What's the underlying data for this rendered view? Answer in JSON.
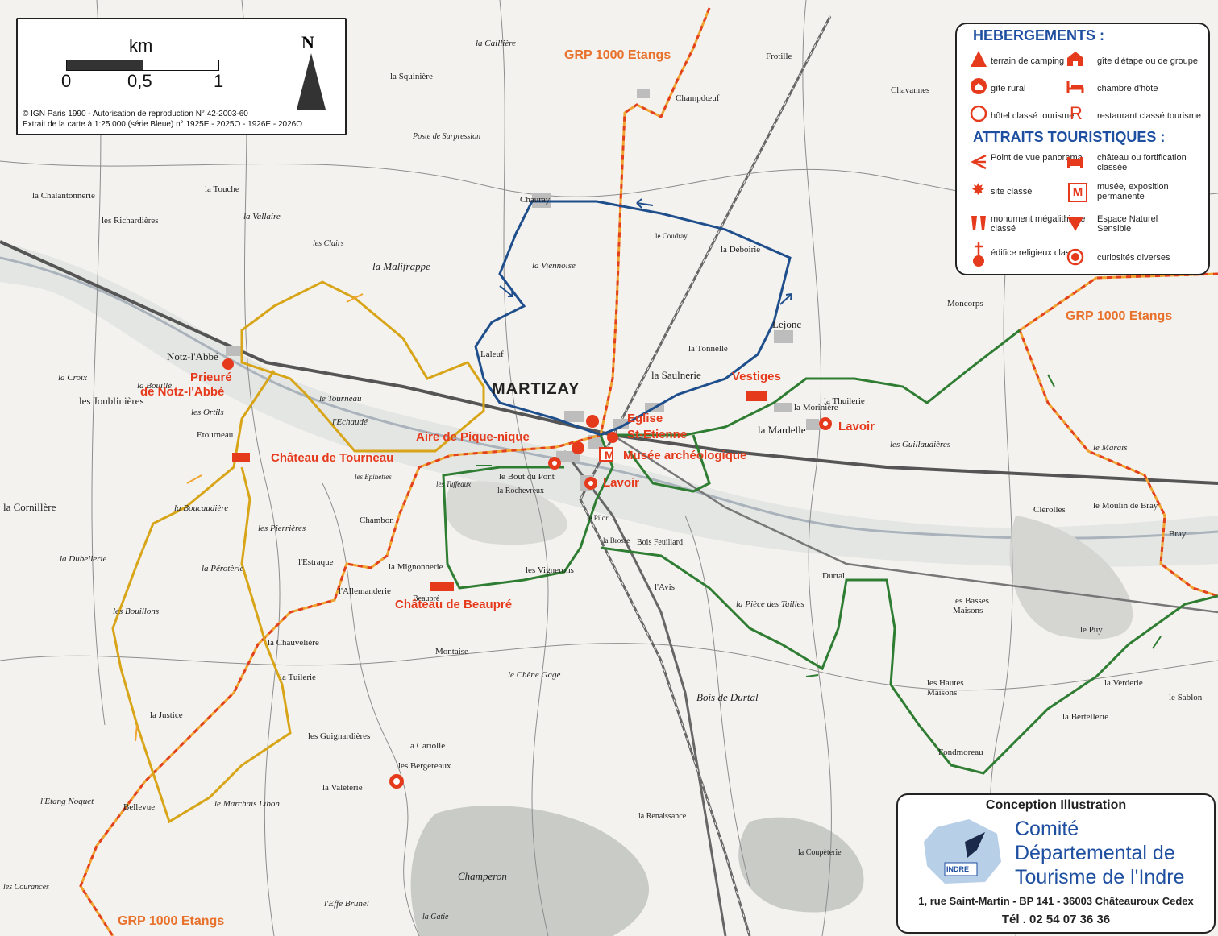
{
  "scale": {
    "unit": "km",
    "ticks": [
      "0",
      "0,5",
      "1"
    ],
    "north": "N",
    "copyright": "© IGN Paris 1990 - Autorisation de reproduction N° 42-2003-60",
    "extract": "Extrait de la carte à 1:25.000 (série Bleue) n° 1925E - 2025O - 1926E - 2026O"
  },
  "legend": {
    "heading_lodging": "HEBERGEMENTS :",
    "heading_attractions": "ATTRAITS TOURISTIQUES :",
    "lodging": [
      {
        "icon": "tent-icon",
        "label": "terrain de camping"
      },
      {
        "icon": "lodge-icon",
        "label": "gîte d'étape ou de groupe"
      },
      {
        "icon": "rural-gite-icon",
        "label": "gîte rural"
      },
      {
        "icon": "bed-icon",
        "label": "chambre d'hôte"
      },
      {
        "icon": "hotel-icon",
        "label": "hôtel classé tourisme"
      },
      {
        "icon": "restaurant-icon",
        "label": "restaurant classé tourisme"
      }
    ],
    "attractions": [
      {
        "icon": "viewpoint-icon",
        "label": "Point de vue panorama"
      },
      {
        "icon": "castle-icon",
        "label": "château ou fortification classée"
      },
      {
        "icon": "site-icon",
        "label": "site classé"
      },
      {
        "icon": "museum-icon",
        "label": "musée, exposition permanente"
      },
      {
        "icon": "megalith-icon",
        "label": "monument mégalithique classé"
      },
      {
        "icon": "natural-space-icon",
        "label": "Espace Naturel Sensible"
      },
      {
        "icon": "religious-icon",
        "label": "édifice religieux classé"
      },
      {
        "icon": "curiosity-icon",
        "label": "curiosités diverses"
      }
    ],
    "colors": {
      "heading": "#1e4fa0",
      "symbol": "#e63a1d"
    }
  },
  "credit": {
    "line1": "Conception Illustration",
    "org1": "Comité",
    "org2": "Départemental de",
    "org3": "Tourisme de l'Indre",
    "logo_text": "INDRE",
    "address": "1, rue Saint-Martin - BP 141 - 36003 Châteauroux Cedex",
    "phone": "Tél . 02 54 07 36 36"
  },
  "routes": {
    "grp_label": "GRP 1000 Etangs",
    "colors": {
      "blue": "#1f4e8c",
      "green": "#2f7d32",
      "yellow": "#d8a418",
      "grp_red": "#e2401f",
      "grp_orange": "#f0a431"
    }
  },
  "pois": {
    "prieure1": "Prieuré",
    "prieure2": "de Notz-l'Abbé",
    "chateau_tourneau": "Château de Tourneau",
    "aire": "Aire de Pique-nique",
    "eglise1": "Eglise",
    "eglise2": "St-Etienne",
    "musee": "Musée archéologique",
    "lavoir_center": "Lavoir",
    "vestiges": "Vestiges",
    "lavoir_east": "Lavoir",
    "chateau_beaupre": "Château de Beaupré"
  },
  "places": {
    "martizay": "MARTIZAY",
    "malifrappe": "la Malifrappe",
    "notz": "Notz-l'Abbé",
    "la_croix": "la Croix",
    "joublinieres": "les Joublinières",
    "bouille": "la Bouillé",
    "tourneau": "le Tourneau",
    "ortils": "les Ortils",
    "echaudé": "l'Echaudé",
    "etourneau": "Etourneau",
    "cornillere": "la Cornillère",
    "dubellerie": "la Dubellerie",
    "boucaudiere": "la Boucaudière",
    "pierrieres": "les Pierrières",
    "chambon": "Chambon",
    "peroterie": "la Pérotèrie",
    "estraque": "l'Estraque",
    "allemanderie": "l'Allemanderie",
    "mignonnerie": "la Mignonnerie",
    "bouillons": "les Bouillons",
    "chauveliere": "la Chauvelière",
    "tuilerie": "la Tuilerie",
    "justice": "la Justice",
    "guignardieres": "les Guignardières",
    "cariolle": "la Cariolle",
    "bergereaux": "les Bergereaux",
    "valeterie": "la Valéterie",
    "bellevue": "Bellevue",
    "etang_noquet": "l'Etang Noquet",
    "marchais": "le Marchais Libon",
    "montaise": "Montaise",
    "chene_gage": "le Chêne Gage",
    "bois_durtal": "Bois de Durtal",
    "vignerons": "les Vignerons",
    "avis": "l'Avis",
    "piece_tailles": "la Pièce des Tailles",
    "durtal": "Durtal",
    "basses_maisons": "les Basses Maisons",
    "hautes_maisons": "les Hautes Maisons",
    "fondmoreau": "Fondmoreau",
    "le_puy": "le Puy",
    "verderie": "la Verderie",
    "sablon": "le Sablon",
    "bertellerie": "la Bertellerie",
    "bray": "Bray",
    "moulin_bray": "le Moulin de Bray",
    "clerolles": "Clérolles",
    "guillaudieres": "les Guillaudières",
    "le_marais": "le Marais",
    "moncorps": "Moncorps",
    "lejonc": "Lejonc",
    "tonnelle": "la Tonnelle",
    "saulnerie": "la Saulnerie",
    "morinieres": "la Morinière",
    "mardelle": "la Mardelle",
    "thuilerie": "la Thuilerie",
    "chauray": "Chauray",
    "vienoise": "la Viennoise",
    "deboirie": "la Deboirie",
    "coudray": "le Coudray",
    "champdoeuf": "Champdœuf",
    "frotille": "Frotille",
    "chavannes": "Chavannes",
    "la_cailliere": "la Caillière",
    "squiniere": "la Squinière",
    "poste": "Poste de Surpression",
    "vallaire": "la Vallaire",
    "les_clairs": "les Clairs",
    "richardieres": "les Richardières",
    "chalantonnerie": "la Chalantonnerie",
    "touche": "la Touche",
    "laleuf": "Laleuf",
    "bout_pont": "le Bout du Pont",
    "rochevreux": "la Rochevreux",
    "tuffeaux": "les Tuffeaux",
    "epinettes": "les Epinettes",
    "pilori": "le Pilori",
    "brosse": "la Brosse",
    "bois_feuillard": "Bois Feuillard",
    "renaissance": "la Renaissance",
    "coupeterie": "la Coupèterie",
    "champeron": "Champeron",
    "effe_brunel": "l'Effe Brunel",
    "gatie": "la Gatie",
    "courances": "les Courances",
    "beaupre": "Beaupré"
  }
}
